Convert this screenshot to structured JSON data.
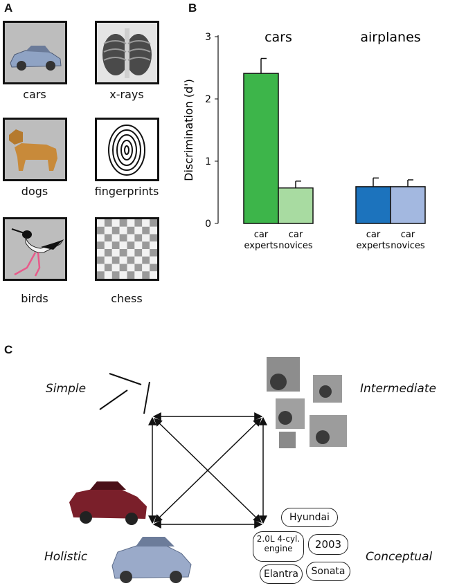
{
  "panels": {
    "a": "A",
    "b": "B",
    "c": "C"
  },
  "panel_a": {
    "items": [
      {
        "label": "cars",
        "icon": "car-photo-icon"
      },
      {
        "label": "x-rays",
        "icon": "xray-photo-icon"
      },
      {
        "label": "dogs",
        "icon": "dog-photo-icon"
      },
      {
        "label": "fingerprints",
        "icon": "fingerprint-icon"
      },
      {
        "label": "birds",
        "icon": "bird-photo-icon"
      },
      {
        "label": "chess",
        "icon": "chess-board-icon"
      }
    ]
  },
  "chart_data": {
    "type": "bar",
    "ylabel": "Discrimination (d')",
    "ylim": [
      0,
      3
    ],
    "yticks": [
      0,
      1,
      2,
      3
    ],
    "legend": "none",
    "grid": false,
    "groups": [
      {
        "label": "cars",
        "bars": [
          {
            "category": "car experts",
            "line1": "car",
            "line2": "experts",
            "value": 2.41,
            "error": 0.24,
            "color": "#3db54a"
          },
          {
            "category": "car novices",
            "line1": "car",
            "line2": "novices",
            "value": 0.57,
            "error": 0.11,
            "color": "#a8dba1"
          }
        ]
      },
      {
        "label": "airplanes",
        "bars": [
          {
            "category": "car experts",
            "line1": "car",
            "line2": "experts",
            "value": 0.59,
            "error": 0.14,
            "color": "#1c73bd"
          },
          {
            "category": "car novices",
            "line1": "car",
            "line2": "novices",
            "value": 0.59,
            "error": 0.11,
            "color": "#a3b8e0"
          }
        ]
      }
    ]
  },
  "panel_c": {
    "simple": "Simple",
    "intermediate": "Intermediate",
    "holistic": "Holistic",
    "conceptual": "Conceptual",
    "tags": [
      "Hyundai",
      "2.0L 4-cyl. engine",
      "2003",
      "Elantra",
      "Sonata"
    ]
  }
}
